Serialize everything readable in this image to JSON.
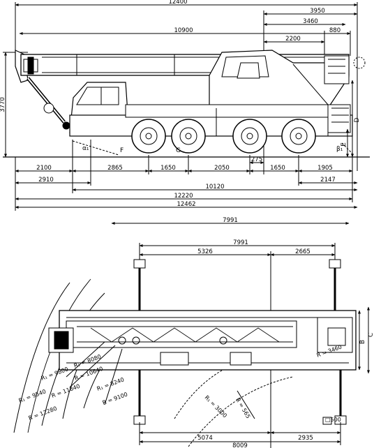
{
  "side_view": {
    "dims": {
      "overall_top": "12400",
      "boom": "10900",
      "right_3950": "3950",
      "right_3460": "3460",
      "right_880": "880",
      "right_2200": "2200",
      "height_3770": "3770",
      "d2100": "2100",
      "d2865": "2865",
      "d1650_left": "1650",
      "d2050": "2050",
      "d1650_right": "1650",
      "d1905": "1905",
      "d275": "275",
      "d2910": "2910",
      "d2147": "2147",
      "d10120": "10120",
      "d12220": "12220",
      "d12462": "12462"
    },
    "labels": {
      "alpha1": "α₁",
      "F": "F",
      "G": "G",
      "beta1": "β₁",
      "D": "D",
      "E": "E"
    }
  },
  "top_view": {
    "dims": {
      "outer_7991": "7991",
      "inner_7991": "7991",
      "d5326": "5326",
      "d2665": "2665",
      "d5074": "5074",
      "d2935": "2935",
      "d8009": "8009",
      "B": "B",
      "C": "C",
      "R3460": "R = 3460",
      "Rsmall": "□500"
    },
    "radii": [
      "R₁ = 8080",
      "R = 10640",
      "R₁ = 9800",
      "R = 11840",
      "R₁ = 9540",
      "R = 12280",
      "R₁ = 8240",
      "R = 9100",
      "R₁ = 3000",
      "R = 565"
    ]
  }
}
